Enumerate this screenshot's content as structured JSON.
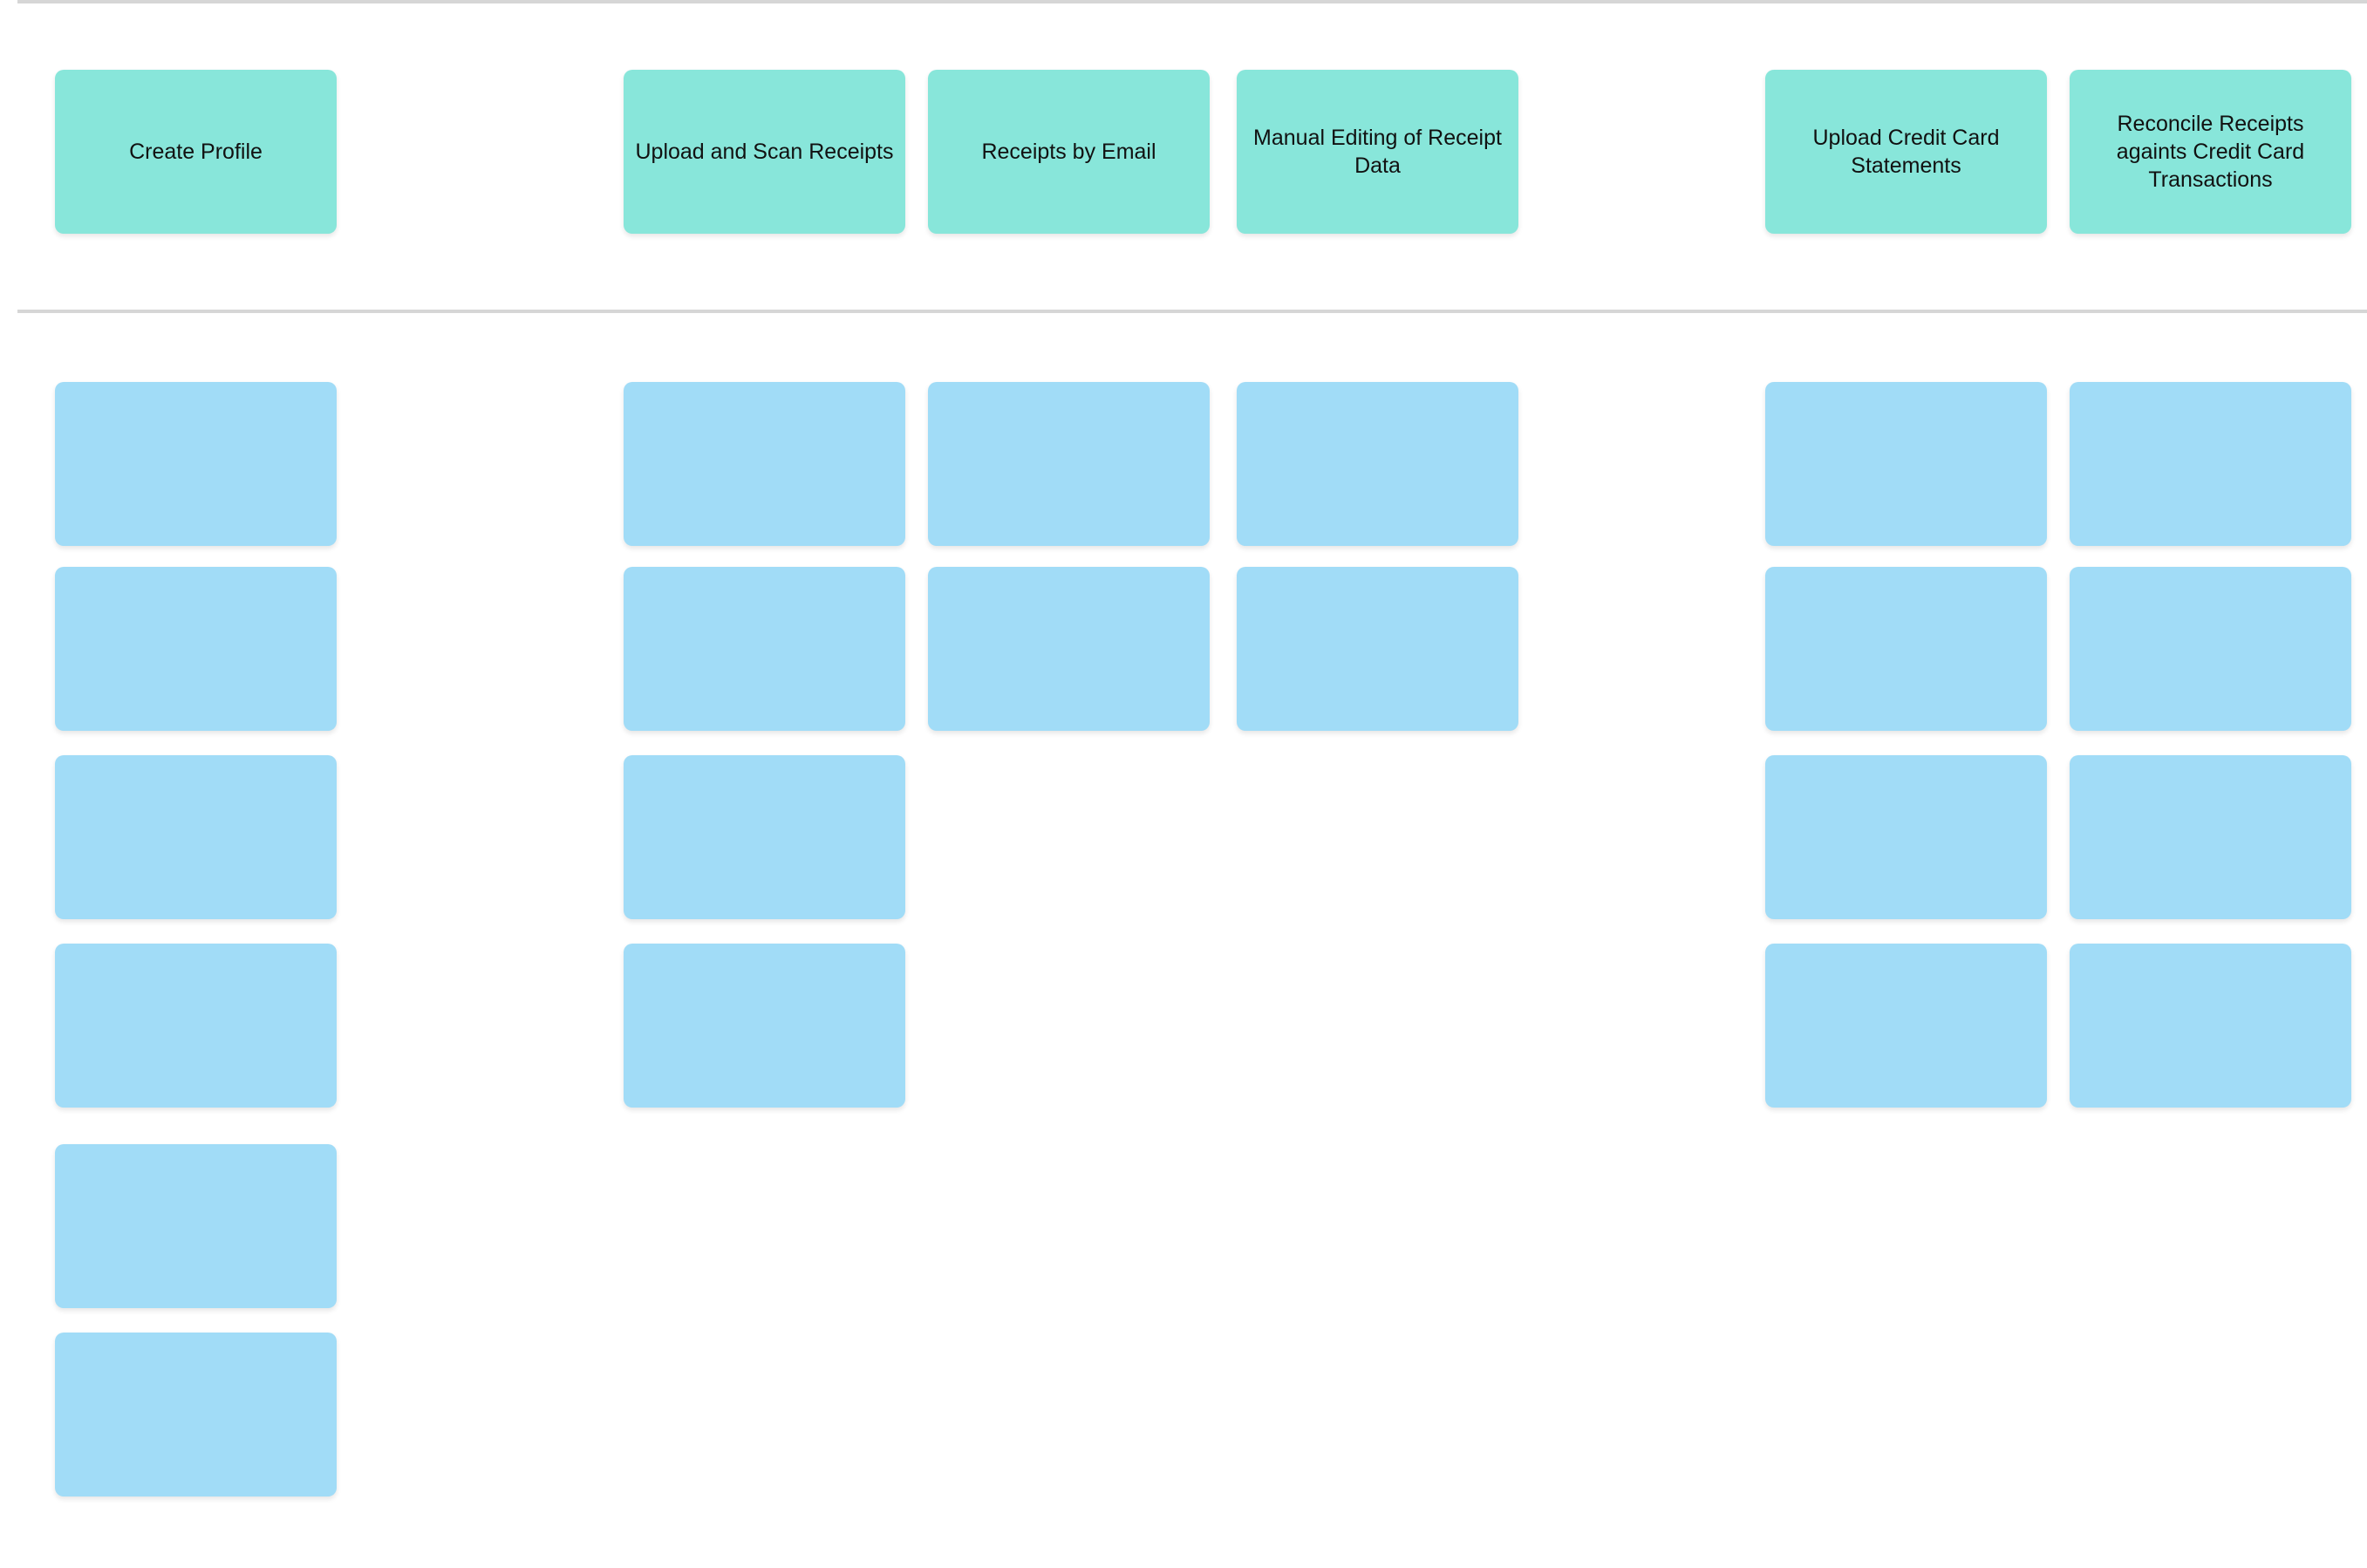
{
  "board": {
    "colors": {
      "epic_card": "#88e6da",
      "story_card": "#a1dcf7",
      "divider": "#d6d6d6",
      "background": "#ffffff"
    },
    "columns": [
      {
        "epic": "Create Profile",
        "story_count": 6
      },
      {
        "epic": "Upload and Scan Receipts",
        "story_count": 4
      },
      {
        "epic": "Receipts by Email",
        "story_count": 2
      },
      {
        "epic": "Manual Editing of Receipt Data",
        "story_count": 2
      },
      {
        "epic": "Upload Credit Card Statements",
        "story_count": 4
      },
      {
        "epic": "Reconcile Receipts againts Credit Card Transactions",
        "story_count": 4
      }
    ]
  }
}
